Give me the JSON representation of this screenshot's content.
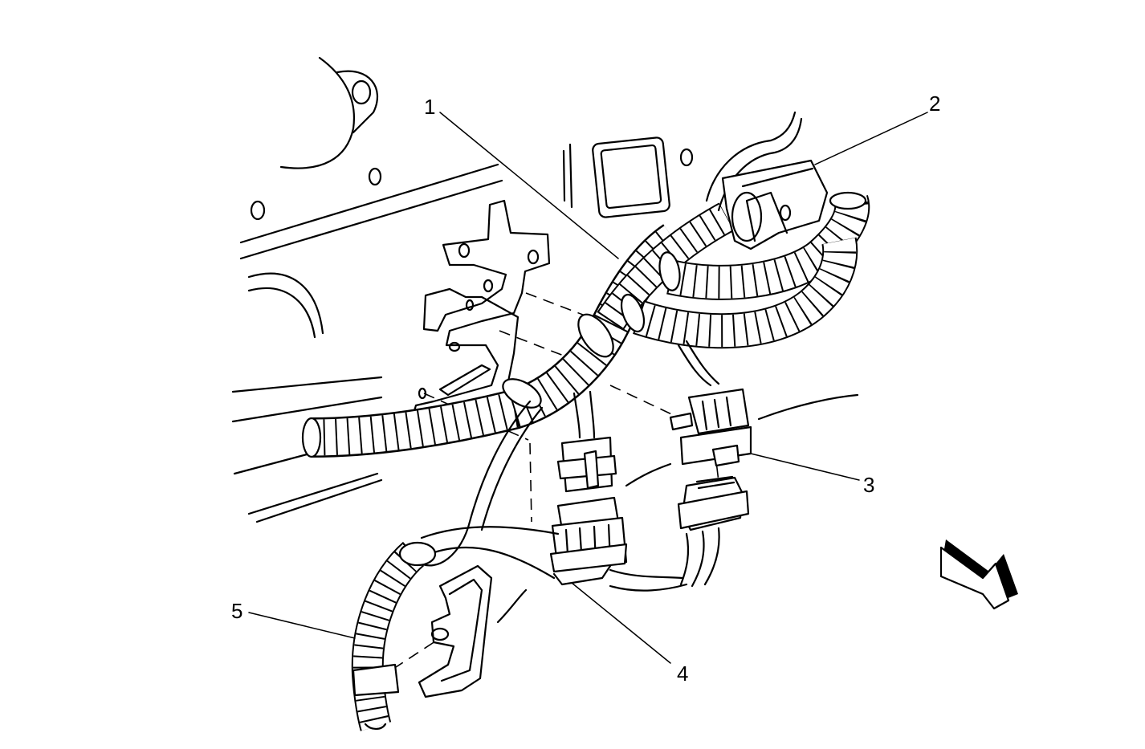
{
  "callouts": [
    {
      "id": "1",
      "label": "1"
    },
    {
      "id": "2",
      "label": "2"
    },
    {
      "id": "3",
      "label": "3"
    },
    {
      "id": "4",
      "label": "4"
    },
    {
      "id": "5",
      "label": "5"
    }
  ],
  "icons": {
    "direction_arrow": "front-direction-arrow-icon"
  },
  "colors": {
    "line": "#000000",
    "background": "#ffffff"
  }
}
